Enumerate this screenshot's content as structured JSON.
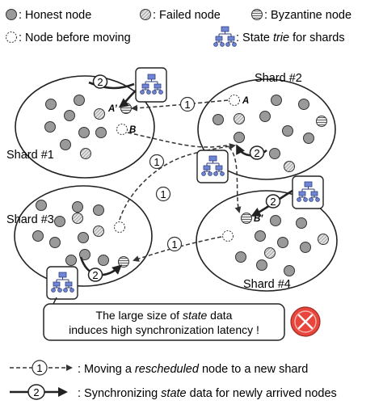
{
  "legend": {
    "honest": ": Honest node",
    "failed": ": Failed node",
    "byzantine": ": Byzantine node",
    "before_moving": ": Node before moving",
    "trie_prefix": ": State ",
    "trie_italic": "trie",
    "trie_suffix": " for shards"
  },
  "shards": {
    "shard1": "Shard #1",
    "shard2": "Shard #2",
    "shard3": "Shard #3",
    "shard4": "Shard #4"
  },
  "node_labels": {
    "a_prime": "A’",
    "a": "A",
    "b": "B",
    "b_prime": "B’"
  },
  "step_numbers": {
    "move": "1",
    "sync": "2"
  },
  "callout": {
    "line1_prefix": "The large size of ",
    "line1_italic": "state",
    "line1_suffix": " data",
    "line2": "induces high synchronization latency !"
  },
  "bottom_legend": {
    "move_prefix": ": Moving a ",
    "move_italic": "rescheduled",
    "move_suffix": " node to a new shard",
    "sync_prefix": ": Synchronizing ",
    "sync_italic": "state",
    "sync_suffix": " data for newly arrived nodes"
  },
  "colors": {
    "honest": "#9a9a9a",
    "trie": "#6f86d6",
    "error_badge": "#e8453c"
  }
}
